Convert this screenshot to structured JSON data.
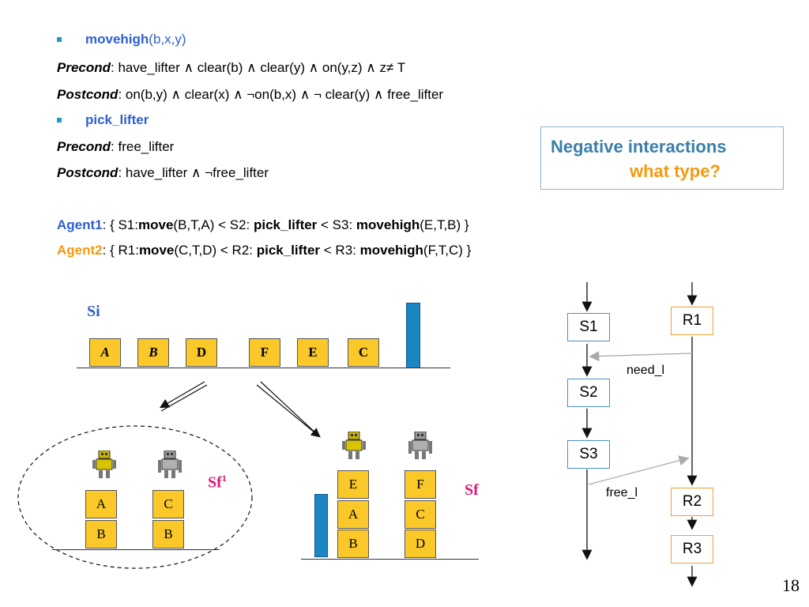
{
  "slide": {
    "bullet1": {
      "name": "movehigh",
      "args": "(b,x,y)"
    },
    "precond1": {
      "label": "Precond",
      "text": ": have_lifter ∧ clear(b) ∧  clear(y) ∧  on(y,z) ∧ z≠ T"
    },
    "postcond1": {
      "label": "Postcond",
      "text": ": on(b,y) ∧ clear(x) ∧  ¬on(b,x) ∧ ¬ clear(y) ∧ free_lifter"
    },
    "bullet2": {
      "name": "pick_lifter"
    },
    "precond2": {
      "label": "Precond",
      "text": ": free_lifter"
    },
    "postcond2": {
      "label": "Postcond",
      "text": ": have_lifter ∧  ¬free_lifter"
    },
    "agent1": {
      "label": "Agent1",
      "p1": ": { S1:",
      "k1": "move",
      "p2": "(B,T,A) < S2: ",
      "k2": "pick_lifter",
      "p3": " < S3: ",
      "k3": "movehigh",
      "p4": "(E,T,B) }"
    },
    "agent2": {
      "label": "Agent2",
      "p1": ": { R1:",
      "k1": "move",
      "p2": "(C,T,D) < R2: ",
      "k2": "pick_lifter",
      "p3": " < R3: ",
      "k3": "movehigh",
      "p4": "(F,T,C) }"
    },
    "callout": {
      "title": "Negative interactions",
      "subtitle": "what type?"
    },
    "page_number": "18"
  },
  "initial_state": {
    "label": "Si",
    "blocks": [
      "A",
      "B",
      "D",
      "F",
      "E",
      "C"
    ]
  },
  "final_state_1": {
    "label": "Sf",
    "superscript": "1",
    "stack1": [
      "A",
      "B"
    ],
    "stack2": [
      "C",
      "B"
    ]
  },
  "final_state": {
    "label": "Sf",
    "stack1": [
      "E",
      "A",
      "B"
    ],
    "stack2": [
      "F",
      "C",
      "D"
    ]
  },
  "plan": {
    "agent1_steps": [
      "S1",
      "S2",
      "S3"
    ],
    "agent2_steps": [
      "R1",
      "R2",
      "R3"
    ],
    "link1": "need_l",
    "link2": "free_l"
  },
  "colors": {
    "accent_blue": "#2f5fd0",
    "accent_orange": "#f59a0f",
    "block_yellow": "#fbc82a",
    "pillar_blue": "#1c86c4",
    "sf_magenta": "#e0177a"
  }
}
